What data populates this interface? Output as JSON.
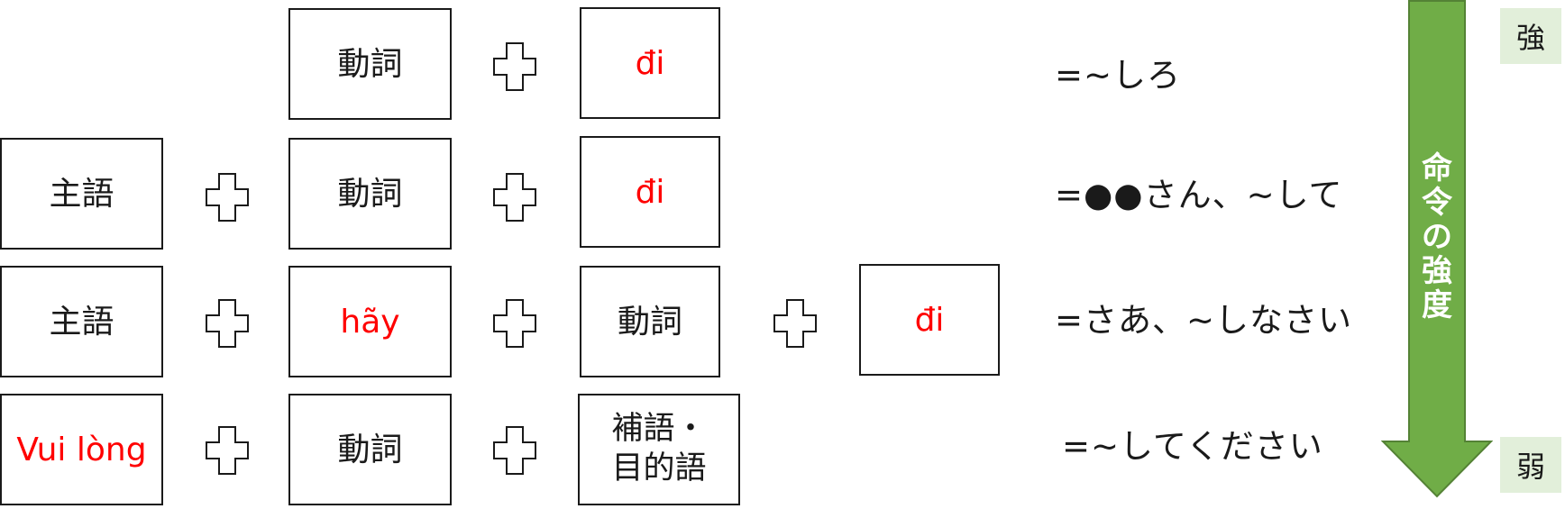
{
  "rows": [
    {
      "cells": [
        "動詞",
        "đi"
      ],
      "equivalent": "=~しろ"
    },
    {
      "cells": [
        "主語",
        "動詞",
        "đi"
      ],
      "equivalent": "=●●さん、~して"
    },
    {
      "cells": [
        "主語",
        "hãy",
        "動詞",
        "đi"
      ],
      "equivalent": "=さあ、~しなさい"
    },
    {
      "cells": [
        "Vui lòng",
        "動詞",
        "補語・\n目的語"
      ],
      "equivalent": "=~してください"
    }
  ],
  "scale": {
    "label": "命\n令\nの\n強\n度",
    "strong": "強",
    "weak": "弱"
  },
  "colors": {
    "vietnamese_text": "#ff0000",
    "arrow_fill": "#70ad47",
    "arrow_stroke": "#548235",
    "tag_bg": "#e2efda"
  },
  "icons": {
    "plus": "plus-outline-icon",
    "arrow": "down-arrow-icon"
  }
}
